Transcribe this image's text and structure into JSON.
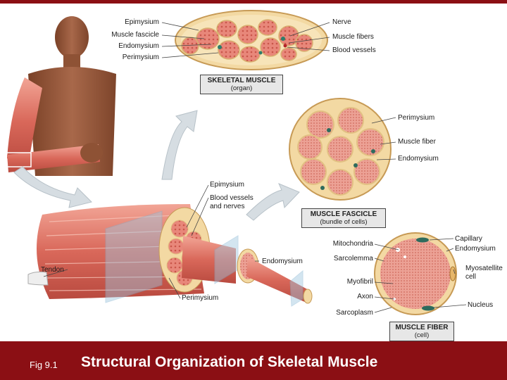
{
  "slide": {
    "figure_label": "Fig 9.1",
    "title": "Structural Organization of Skeletal Muscle"
  },
  "labels": {
    "organ_left": [
      "Epimysium",
      "Muscle fascicle",
      "Endomysium",
      "Perimysium"
    ],
    "organ_right": [
      "Nerve",
      "Muscle fibers",
      "Blood vessels"
    ],
    "fascicle": [
      "Perimysium",
      "Muscle fiber",
      "Endomysium"
    ],
    "bundle": [
      "Epimysium",
      "Blood vessels",
      "and nerves",
      "Tendon",
      "Endomysium",
      "Perimysium"
    ],
    "fiber_left": [
      "Mitochondria",
      "Sarcolemma",
      "Myofibril",
      "Axon",
      "Sarcoplasm"
    ],
    "fiber_right": [
      "Capillary",
      "Endomysium",
      "Myosatellite",
      "cell",
      "Nucleus"
    ]
  },
  "boxes": {
    "organ": {
      "title": "SKELETAL MUSCLE",
      "sub": "(organ)"
    },
    "fascicle": {
      "title": "MUSCLE FASCICLE",
      "sub": "(bundle of cells)"
    },
    "fiber": {
      "title": "MUSCLE FIBER",
      "sub": "(cell)"
    }
  },
  "colors": {
    "accent": "#8b0f14",
    "muscle": "#e8877a",
    "muscle_dark": "#c9564a",
    "connective": "#f3d9a3",
    "skin": "#9a5a3c"
  }
}
